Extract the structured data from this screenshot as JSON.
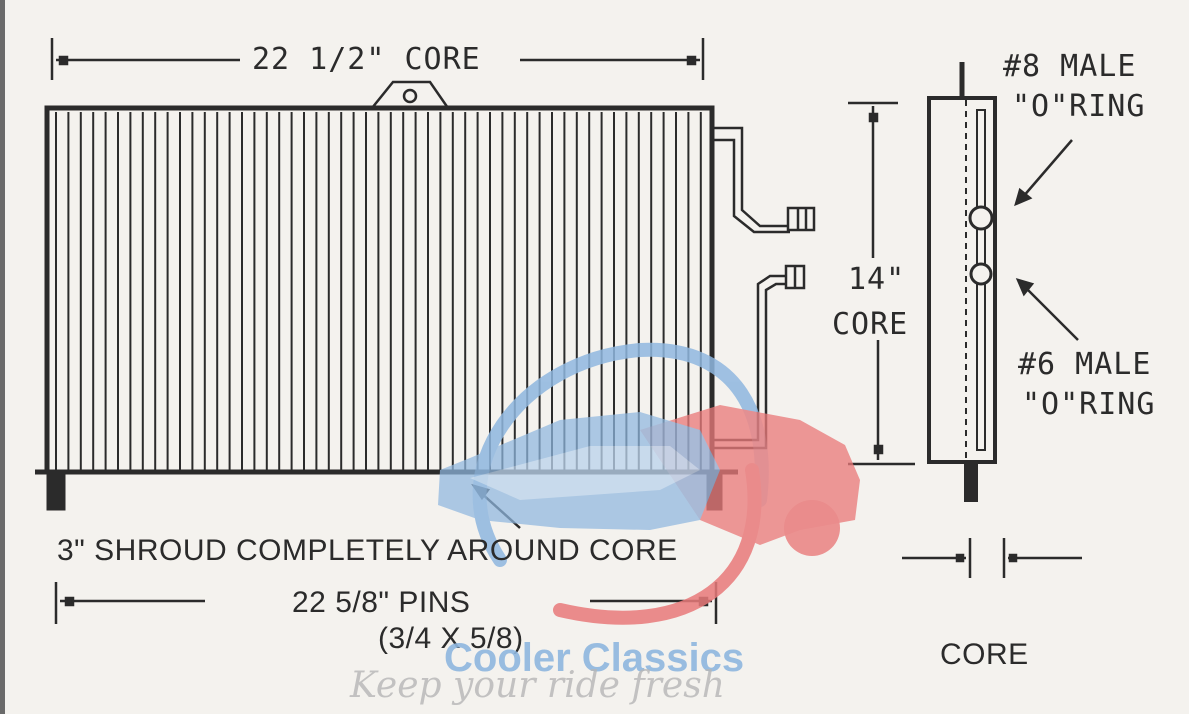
{
  "labels": {
    "width_core": "22 1/2\" CORE",
    "height_value": "14\"",
    "height_core": "CORE",
    "inlet_line1": "#8 MALE",
    "inlet_line2": "\"O\"RING",
    "outlet_line1": "#6 MALE",
    "outlet_line2": "\"O\"RING",
    "shroud_note": "3\" SHROUD COMPLETELY AROUND CORE",
    "pins_line1": "22 5/8\" PINS",
    "pins_line2": "(3/4 X 5/8)",
    "depth_core": "CORE"
  },
  "watermark": {
    "brand": "Cooler Classics",
    "tagline": "Keep your ride fresh",
    "colors": {
      "blue": "#8fb7df",
      "red": "#e97a7a"
    }
  },
  "colors": {
    "line": "#2b2b2b",
    "background": "#f4f2ee"
  }
}
